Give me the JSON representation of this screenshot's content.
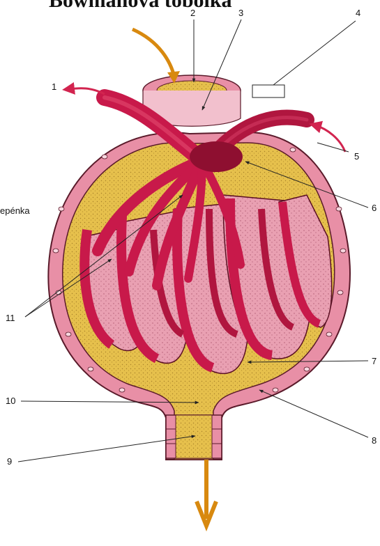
{
  "title_fragment": "Bowmanova  tobolka",
  "callouts": [
    {
      "id": "1",
      "text": "1"
    },
    {
      "id": "2",
      "text": "2"
    },
    {
      "id": "3",
      "text": "3"
    },
    {
      "id": "4",
      "text": "4"
    },
    {
      "id": "5",
      "text": "5"
    },
    {
      "id": "6",
      "text": "6"
    },
    {
      "id": "7",
      "text": "7"
    },
    {
      "id": "8",
      "text": "8"
    },
    {
      "id": "9",
      "text": "9"
    },
    {
      "id": "10",
      "text": "10"
    },
    {
      "id": "11",
      "text": "11"
    }
  ],
  "side_text": "epénka",
  "colors": {
    "vessel": "#c8194a",
    "vessel_dark": "#8e0f30",
    "capsule_wall": "#e88fa6",
    "filtrate": "#e8c24a",
    "arrow_flow": "#d8890f",
    "arrow_red": "#d2244f"
  }
}
